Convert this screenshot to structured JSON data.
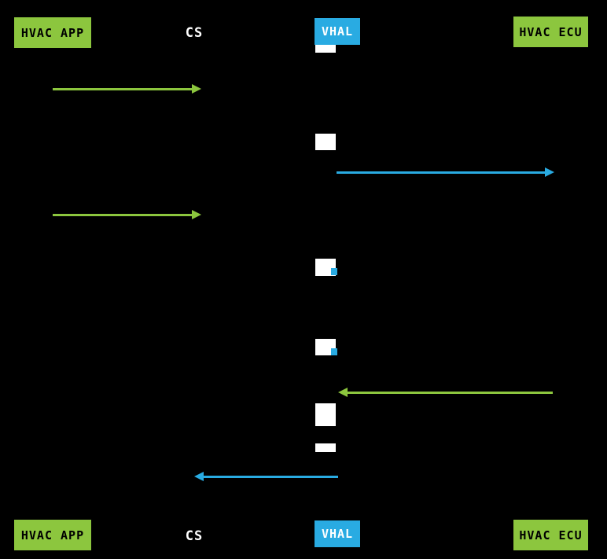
{
  "diagram": {
    "type": "sequence-diagram",
    "background": "#000000",
    "colors": {
      "actor_green": "#8CC63E",
      "actor_blue": "#29ABE2",
      "plain_label": "#ffffff",
      "activation_bar": "#ffffff",
      "message_green": "#8CC63E",
      "message_blue": "#29ABE2"
    },
    "actors_top": [
      {
        "label": "HVAC APP",
        "style": "green-box"
      },
      {
        "label": "CS",
        "style": "plain-text"
      },
      {
        "label": "VHAL",
        "style": "blue-box"
      },
      {
        "label": "HVAC ECU",
        "style": "green-box"
      }
    ],
    "actors_bottom": [
      {
        "label": "HVAC APP",
        "style": "green-box"
      },
      {
        "label": "CS",
        "style": "plain-text"
      },
      {
        "label": "VHAL",
        "style": "blue-box"
      },
      {
        "label": "HVAC ECU",
        "style": "green-box"
      }
    ],
    "messages": [
      {
        "from": "HVAC APP",
        "to": "CS",
        "color": "green",
        "direction": "right"
      },
      {
        "from": "VHAL",
        "to": "HVAC ECU",
        "color": "blue",
        "direction": "right"
      },
      {
        "from": "HVAC APP",
        "to": "CS",
        "color": "green",
        "direction": "right"
      },
      {
        "from": "HVAC ECU",
        "to": "VHAL",
        "color": "green",
        "direction": "left"
      },
      {
        "from": "VHAL",
        "to": "CS",
        "color": "blue",
        "direction": "left"
      }
    ],
    "activations": [
      {
        "lifeline": "VHAL",
        "order": 1
      },
      {
        "lifeline": "VHAL",
        "order": 2
      },
      {
        "lifeline": "VHAL",
        "order": 3
      },
      {
        "lifeline": "VHAL",
        "order": 4
      },
      {
        "lifeline": "VHAL",
        "order": 5
      },
      {
        "lifeline": "VHAL",
        "order": 6
      }
    ]
  }
}
